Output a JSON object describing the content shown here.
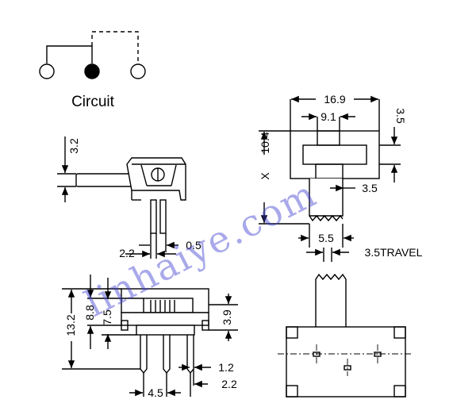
{
  "circuit_label": "Circuit",
  "watermark": "linhaiye.com",
  "colors": {
    "line": "#000000",
    "watermark": "#3f3fd0"
  },
  "dims": {
    "side_height": "3.2",
    "pin_offset": "2.2",
    "pin_width": "0.5",
    "overall_width": "16.9",
    "slot_width": "9.1",
    "handle_step": "3.5",
    "body_height": "10.4",
    "x_dim": "X",
    "handle_offset": "3.5",
    "knob_width": "5.5",
    "travel": "3.5TRAVEL",
    "front_total_height": "13.2",
    "front_mid_height": "8.8",
    "front_inner_height": "7.5",
    "front_side_height": "3.9",
    "pin_spacing": "4.5",
    "pin_pitch_small": "1.2",
    "pin_end_offset": "2.2"
  }
}
